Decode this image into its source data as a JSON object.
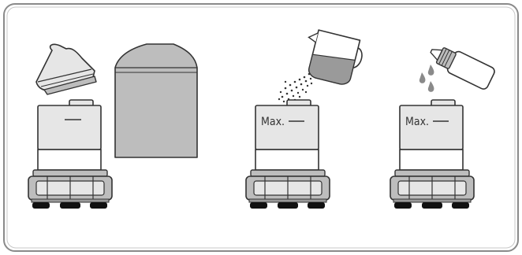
{
  "panel": {
    "border_color": "#8a8a8a",
    "background": "#ffffff"
  },
  "steps": [
    {
      "name": "assembly",
      "items": [
        "nozzle-attachment",
        "water-tank-body",
        "cover-bag"
      ]
    },
    {
      "name": "fill-water",
      "items": [
        "measuring-cup",
        "water-tank-body"
      ],
      "max_label": "Max."
    },
    {
      "name": "add-detergent",
      "items": [
        "detergent-bottle",
        "water-tank-body"
      ],
      "max_label": "Max."
    }
  ],
  "colors": {
    "outline": "#333333",
    "light_gray": "#e6e6e6",
    "mid_gray": "#bdbdbd",
    "dark_gray": "#9a9a9a",
    "foot": "#111111"
  }
}
